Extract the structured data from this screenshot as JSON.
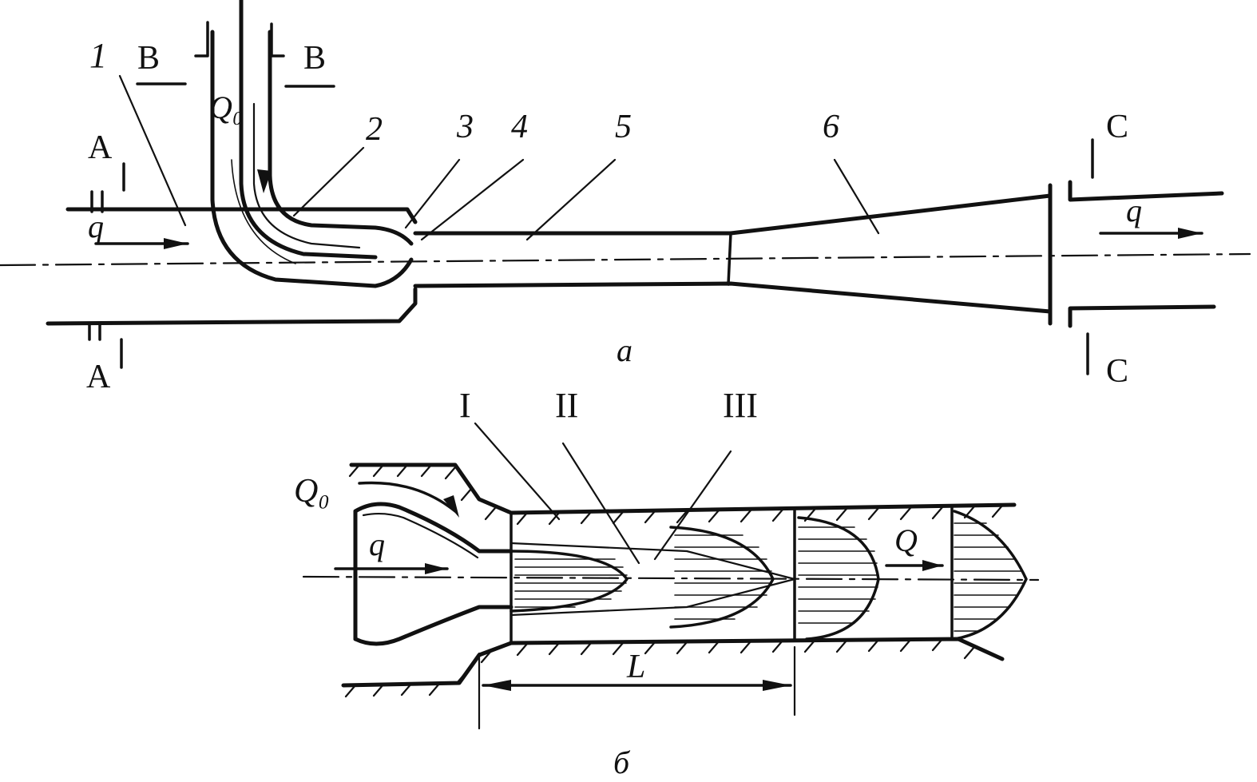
{
  "diagram_a": {
    "caption": "a",
    "callouts": [
      "1",
      "2",
      "3",
      "4",
      "5",
      "6"
    ],
    "section_A_top": "A",
    "section_A_bottom": "A",
    "section_B_left": "B",
    "section_B_right": "B",
    "section_C_top": "C",
    "section_C_bottom": "C",
    "flow_Q0": "Q₀",
    "flow_q_in": "q",
    "flow_q_out": "q"
  },
  "diagram_b": {
    "caption": "б",
    "zones": [
      "I",
      "II",
      "III"
    ],
    "flow_Q0": "Q₀",
    "flow_q": "q",
    "flow_Q": "Q",
    "length_label": "L"
  }
}
